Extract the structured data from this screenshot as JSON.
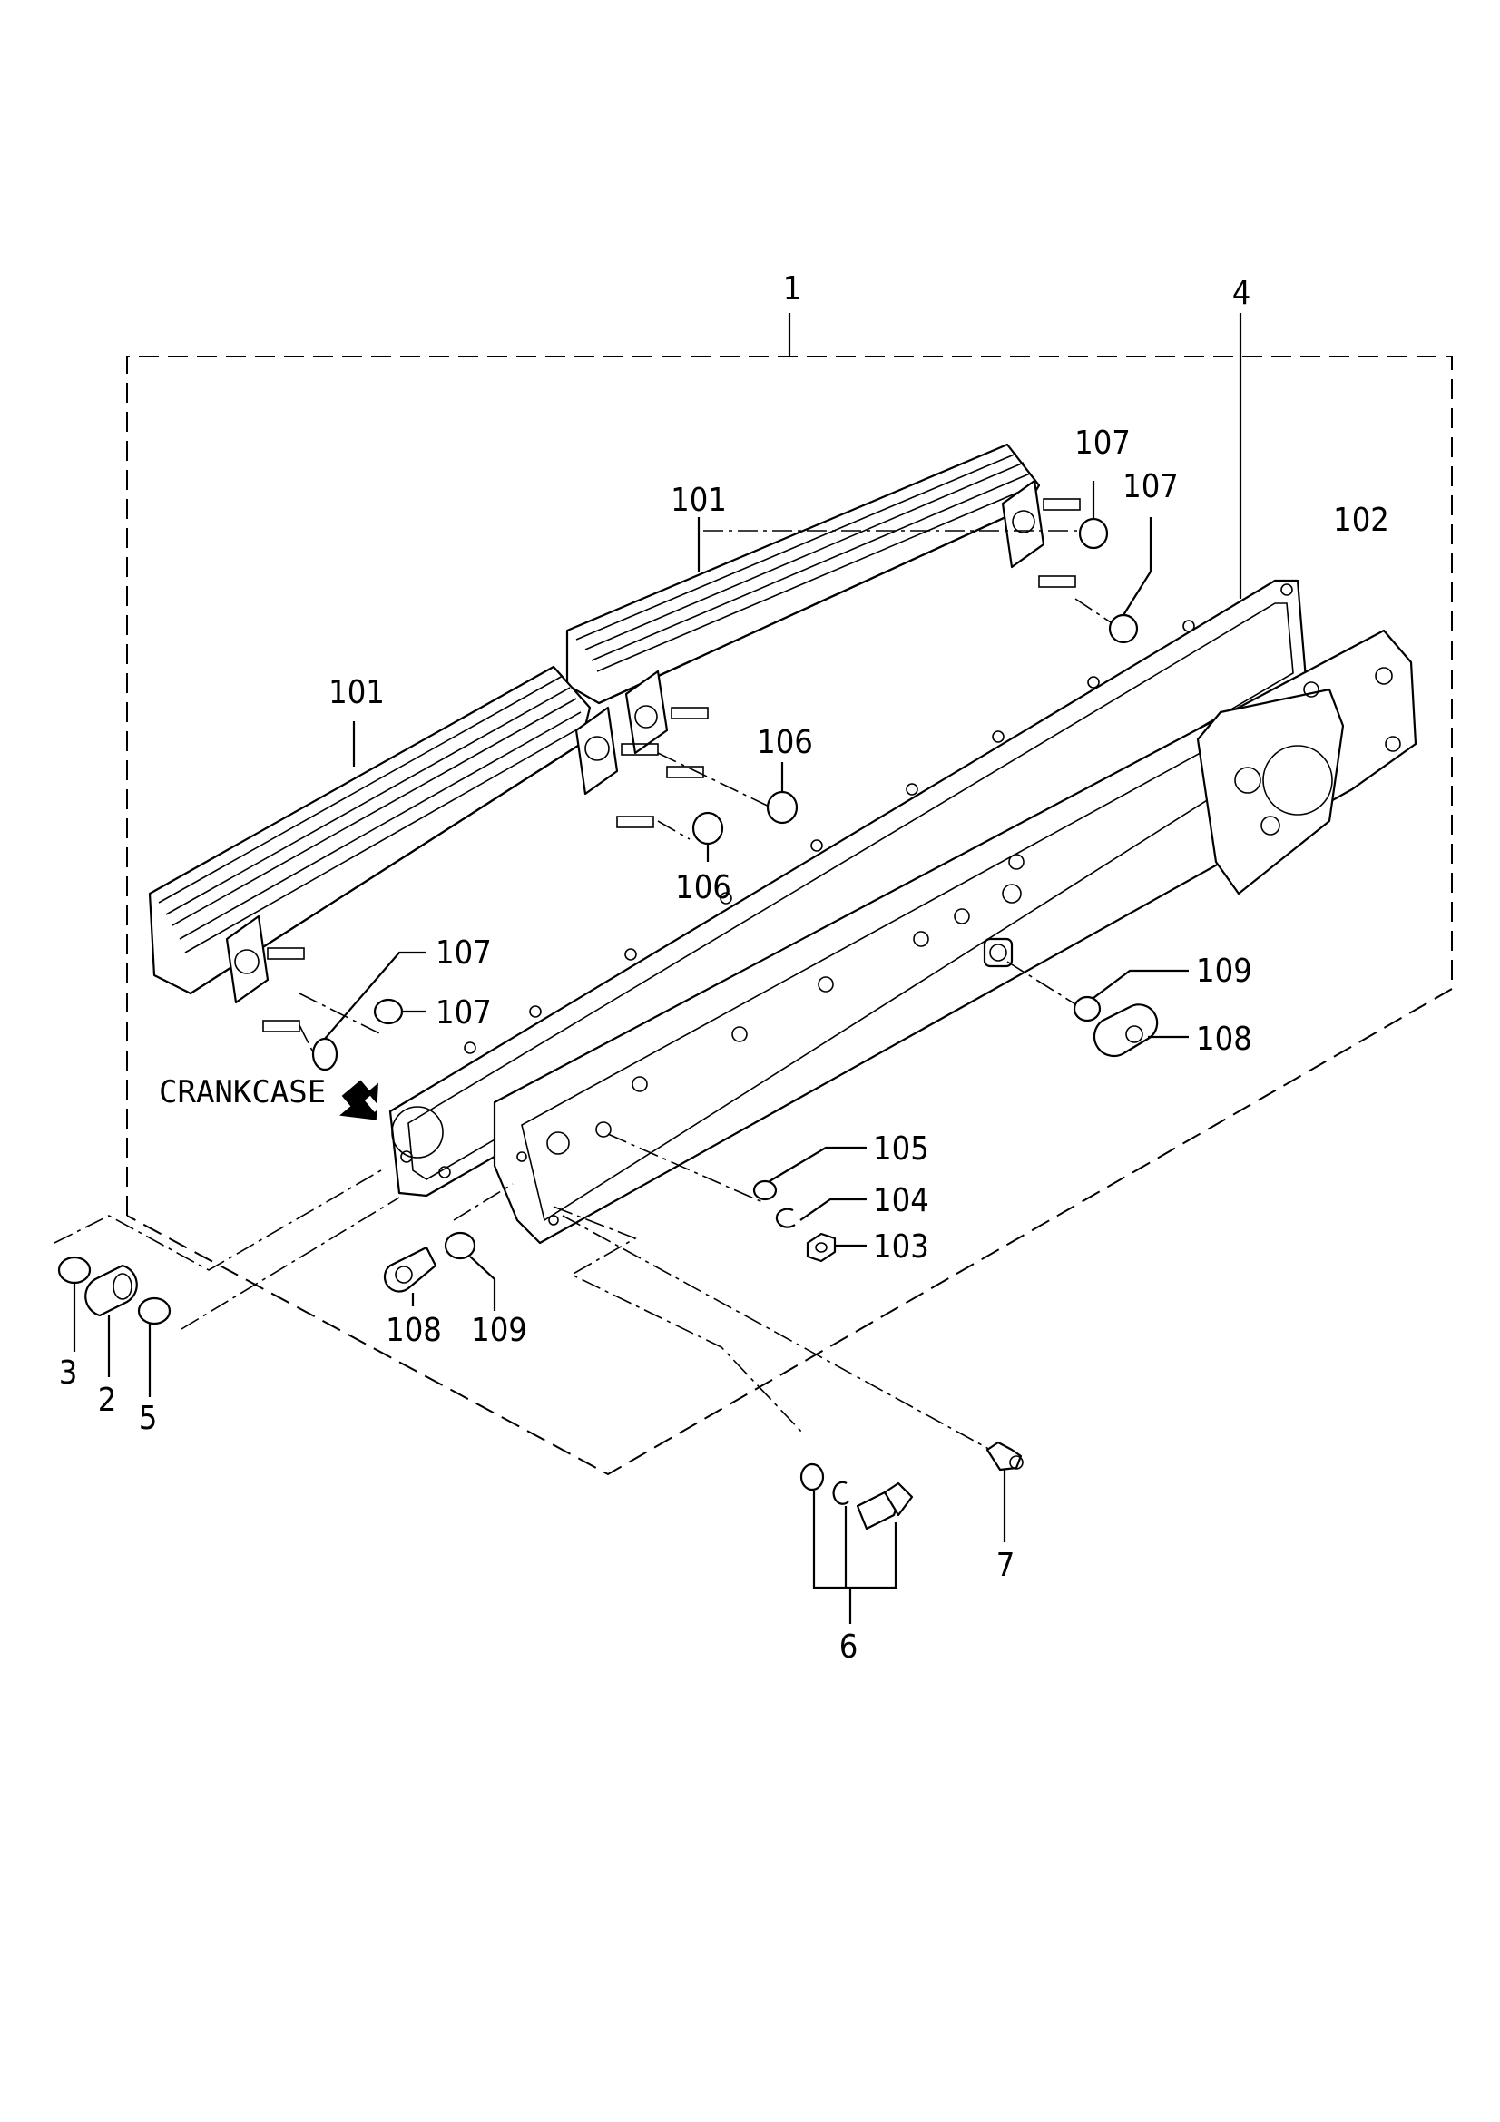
{
  "labels": {
    "l1": "1",
    "l2": "2",
    "l3": "3",
    "l4": "4",
    "l5": "5",
    "l6": "6",
    "l7": "7",
    "l101a": "101",
    "l101b": "101",
    "l102": "102",
    "l103": "103",
    "l104": "104",
    "l105": "105",
    "l106a": "106",
    "l106b": "106",
    "l107a": "107",
    "l107b": "107",
    "l107c": "107",
    "l107d": "107",
    "l108a": "108",
    "l108b": "108",
    "l109a": "109",
    "l109b": "109",
    "crankcase": "CRANKCASE"
  }
}
